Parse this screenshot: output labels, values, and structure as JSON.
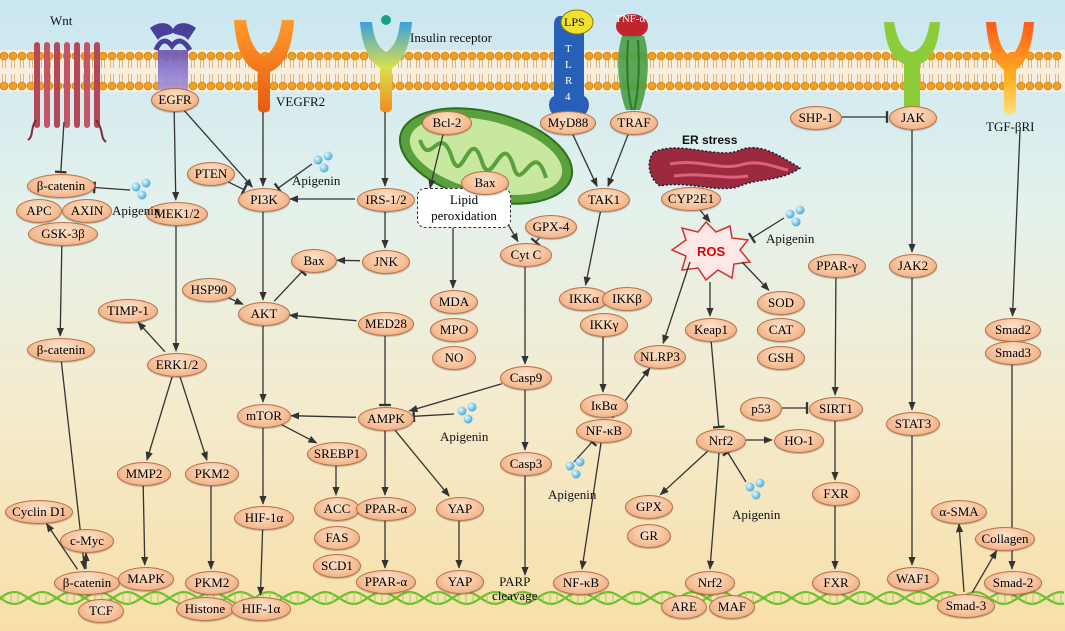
{
  "receptors": {
    "wnt": "Wnt",
    "egfr": "EGFR",
    "vegfr2": "VEGFR2",
    "insulin_receptor": "Insulin receptor",
    "lps": "LPS",
    "tlr4": [
      "T",
      "L",
      "R",
      "4"
    ],
    "tnf": "TNF-α",
    "tgfbri": "TGF-βRI"
  },
  "nodes": {
    "b_catenin_top": "β-catenin",
    "apc": "APC",
    "axin": "AXIN",
    "gsk3b": "GSK-3β",
    "b_catenin_mid": "β-catenin",
    "cyclin_d1": "Cyclin D1",
    "c_myc": "c-Myc",
    "b_catenin_nuc": "β-catenin",
    "tcf": "TCF",
    "mek12": "MEK1/2",
    "timp1": "TIMP-1",
    "erk12": "ERK1/2",
    "mmp2": "MMP2",
    "pkm2_mid": "PKM2",
    "mapk": "MAPK",
    "pkm2_nuc": "PKM2",
    "histone": "Histone",
    "hif1a_nuc": "HIF-1α",
    "pten": "PTEN",
    "pi3k": "PI3K",
    "hsp90": "HSP90",
    "bax_left": "Bax",
    "akt": "AKT",
    "mtor": "mTOR",
    "hif1a_mid": "HIF-1α",
    "srebp1": "SREBP1",
    "acc": "ACC",
    "fas": "FAS",
    "scd1": "SCD1",
    "irs12": "IRS-1/2",
    "jnk": "JNK",
    "med28": "MED28",
    "ampk": "AMPK",
    "ppara_mid": "PPAR-α",
    "ppara_nuc": "PPAR-α",
    "yap_mid": "YAP",
    "yap_nuc": "YAP",
    "bcl2": "Bcl-2",
    "bax_mito": "Bax",
    "mda": "MDA",
    "mpo": "MPO",
    "no": "NO",
    "gpx4": "GPX-4",
    "cytc": "Cyt C",
    "casp9": "Casp9",
    "casp3": "Casp3",
    "myd88": "MyD88",
    "traf": "TRAF",
    "tak1": "TAK1",
    "ikka": "IKKα",
    "ikkb": "IKKβ",
    "ikkg": "IKKγ",
    "ikba": "IκBα",
    "nfkb_mid": "NF-κB",
    "nfkb_nuc": "NF-κB",
    "nlrp3": "NLRP3",
    "cyp2e1": "CYP2E1",
    "keap1": "Keap1",
    "nrf2_mid": "Nrf2",
    "ho1": "HO-1",
    "gpx": "GPX",
    "gr": "GR",
    "nrf2_nuc": "Nrf2",
    "are": "ARE",
    "maf": "MAF",
    "sod": "SOD",
    "cat": "CAT",
    "gsh": "GSH",
    "shp1": "SHP-1",
    "jak": "JAK",
    "jak2": "JAK2",
    "stat3": "STAT3",
    "waf1": "WAF1",
    "ppar_g": "PPAR-γ",
    "p53": "p53",
    "sirt1": "SIRT1",
    "fxr_mid": "FXR",
    "fxr_nuc": "FXR",
    "smad2": "Smad2",
    "smad3": "Smad3",
    "asma": "α-SMA",
    "collagen": "Collagen",
    "smad2_nuc": "Smad-2",
    "smad3_nuc": "Smad-3"
  },
  "labels": {
    "lipid_peroxidation": "Lipid\nperoxidation",
    "er_stress": "ER stress",
    "ros": "ROS",
    "parp_cleavage": "PARP\ncleavage",
    "apigenin": "Apigenin"
  },
  "colors": {
    "node_fill": "#f6c19a",
    "node_border": "#b5714a",
    "membrane_head": "#f0a020",
    "ros_text": "#e00000",
    "mitochondria": "#5aa03c",
    "er": "#9c2a3e",
    "dna": "#6cbf2c"
  }
}
